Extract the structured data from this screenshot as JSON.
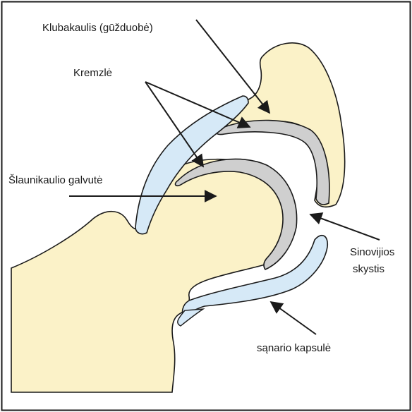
{
  "labels": {
    "ilium": "Klubakaulis (gūžduobė)",
    "cartilage": "Kremzlė",
    "femoral_head": "Šlaunikaulio galvutė",
    "synovial_line1": "Sinovijios",
    "synovial_line2": "skystis",
    "capsule": "sąnario kapsulė"
  },
  "colors": {
    "bone": "#fbf2c8",
    "cartilage": "#cfcfcf",
    "capsule": "#d6e9f7",
    "outline": "#1a1a1a",
    "frame": "#1a1a1a"
  }
}
